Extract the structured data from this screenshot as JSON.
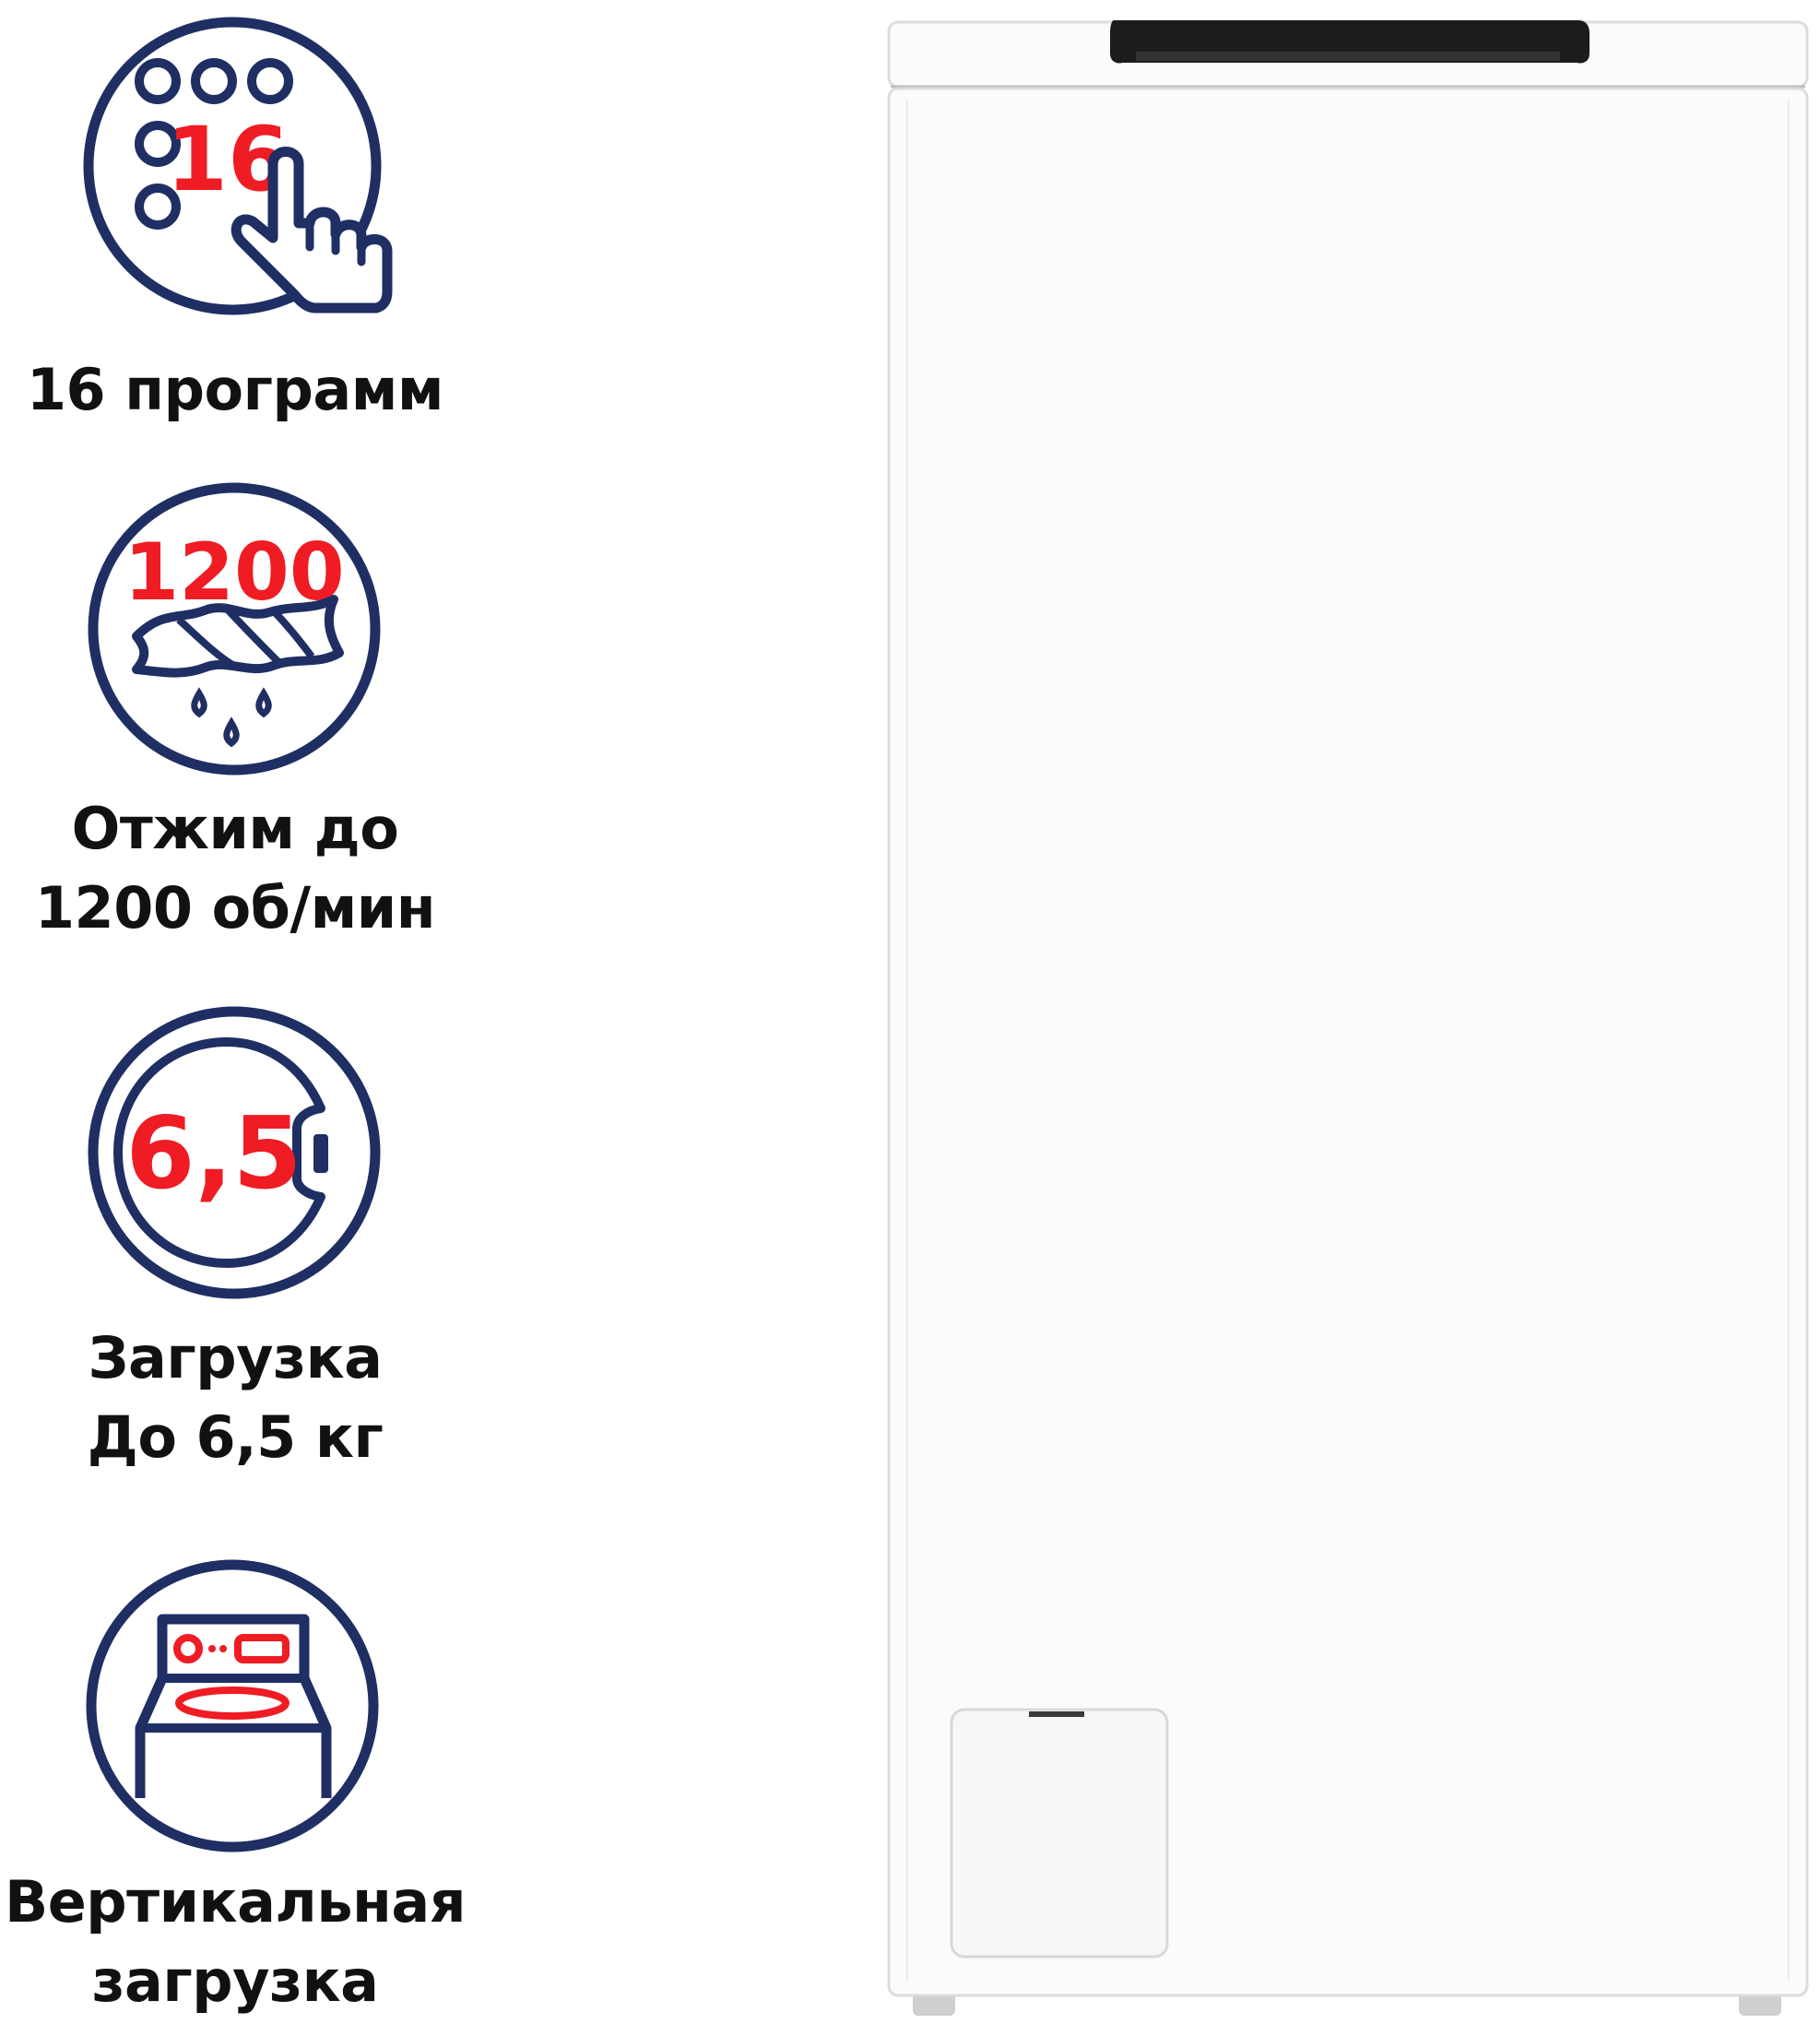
{
  "colors": {
    "icon_navy": "#1f2f63",
    "icon_red": "#ef1c24",
    "label_text": "#111111",
    "washer_body": "#fbfbfb",
    "washer_outline": "#dcdcdc",
    "washer_handle": "#1c1c1c"
  },
  "features": [
    {
      "icon": "program-dial-hand-icon",
      "badge": "16",
      "label_lines": [
        "16 программ"
      ]
    },
    {
      "icon": "spin-towel-icon",
      "badge": "1200",
      "label_lines": [
        "Отжим до",
        "1200 об/мин"
      ]
    },
    {
      "icon": "drum-load-icon",
      "badge": "6,5",
      "label_lines": [
        "Загрузка",
        "До 6,5 кг"
      ]
    },
    {
      "icon": "top-load-washer-icon",
      "badge": "",
      "label_lines": [
        "Вертикальная",
        "загрузка"
      ]
    }
  ],
  "product": {
    "type": "top-loading-washing-machine-image"
  }
}
